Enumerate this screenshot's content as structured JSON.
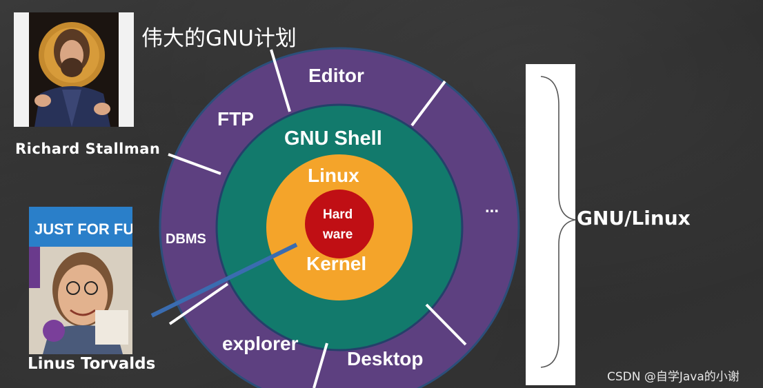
{
  "people": {
    "stallman": {
      "name": "Richard  Stallman"
    },
    "torvalds": {
      "name": "Linus Torvalds",
      "book_title": "JUST FOR FUN"
    }
  },
  "header": {
    "gnu_plan": "伟大的GNU计划"
  },
  "rings": {
    "outer": {
      "color": "#5d4080",
      "labels": {
        "editor": "Editor",
        "ftp": "FTP",
        "dbms": "DBMS",
        "explorer": "explorer",
        "desktop": "Desktop",
        "more": "..."
      }
    },
    "shell": {
      "color": "#127a6c",
      "label": "GNU Shell"
    },
    "kernel": {
      "color": "#f4a42a",
      "label_top": "Linux",
      "label_bottom": "Kernel"
    },
    "hardware": {
      "color": "#c00f14",
      "label_line1": "Hard",
      "label_line2": "ware"
    }
  },
  "bracket": {
    "label": "GNU/Linux"
  },
  "watermark": "CSDN @自学Java的小谢"
}
